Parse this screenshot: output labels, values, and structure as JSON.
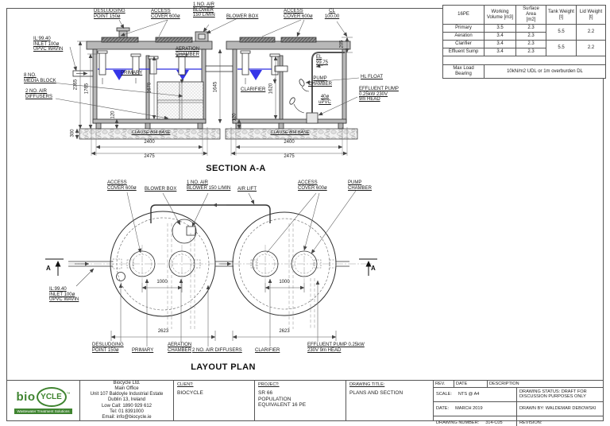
{
  "colors": {
    "accent_green": "#3f8430",
    "water_blue": "#3535e8"
  },
  "spec_table": {
    "col_headers": [
      "16PE",
      "Working\nVolume [m3]",
      "Surface Area\n[m2]",
      "Tank Weight\n[t]",
      "Lid Weight\n[t]"
    ],
    "rows": [
      {
        "name": "Primary",
        "volume": "3.5",
        "area": "2.3"
      },
      {
        "name": "Aeration",
        "volume": "3.4",
        "area": "2.3"
      },
      {
        "name": "Clarifier",
        "volume": "3.4",
        "area": "2.3"
      },
      {
        "name": "Effluent Sump",
        "volume": "3.4",
        "area": "2.3"
      }
    ],
    "tank_weight_primary_aeration": "5.5",
    "lid_weight_primary_aeration": "2.2",
    "tank_weight_clarifier_sump": "5.5",
    "lid_weight_clarifier_sump": "2.2",
    "max_load_label": "Max Load Bearing",
    "max_load_value": "10kN/m2 UDL or 1m overburden DL"
  },
  "section": {
    "title": "SECTION A-A",
    "labels": {
      "desludging_point": "DESLUDGING\nPOINT 150ø",
      "access_cover": "ACCESS\nCOVER 600ø",
      "air_blower": "1 NO. AIR\nBLOWER\n150 L/MIN",
      "blower_box": "BLOWER BOX",
      "cover_level": "CL\n100.00",
      "inlet": "IL:99.40\nINLET 100ø\nUPVC WAVIN",
      "media_block": "8 NO.\nMEDIA BLOCK",
      "air_diffusers": "2 NO. AIR\nDIFFUSERS",
      "primary": "PRIMARY",
      "aeration_chamber": "AERATION\nCHAMBER",
      "clarifier": "CLARIFIER",
      "pump_chamber": "PUMP\nCHAMBER",
      "pump_pipe": "40ø\nuPVC",
      "effluent_level": "EL\n99.75",
      "hl_float": "HL FLOAT",
      "effluent_pump": "EFFLUENT PUMP\n0.25kW 230V\n9m HEAD",
      "base": "CLAUSE 804 BASE"
    },
    "dims": {
      "overall_height": "2365",
      "inner_height": "1765",
      "leg_height": "120",
      "aeration_height": "1670",
      "wall_height": "1645",
      "base_thickness": "300",
      "clarifier_height": "1620",
      "lid_offset": "205",
      "tank_width_inner": "2400",
      "tank_width_outer": "2475"
    }
  },
  "plan": {
    "title": "LAYOUT PLAN",
    "labels": {
      "access_cover": "ACCESS\nCOVER 600ø",
      "blower_box": "BLOWER BOX",
      "air_blower": "1 NO. AIR\nBLOWER 150 L/MIN",
      "air_lift": "AIR LIFT",
      "pump_chamber": "PUMP\nCHAMBER",
      "inlet": "IL:99.40\nINLET 100ø\nUPVC WAVIN",
      "section_marker": "A",
      "desludging_point": "DESLUDGING\nPOINT 150ø",
      "primary": "PRIMARY",
      "aeration_chamber": "AERATION\nCHAMBER",
      "air_diffusers": "2 NO. AIR DIFFUSERS",
      "clarifier": "CLARIFIER",
      "effluent_pump": "EFFLUENT PUMP 0.25kW\n230V 9m HEAD"
    },
    "dims": {
      "cover_spacing": "1000",
      "tank_length": "2623"
    }
  },
  "titleblock": {
    "logo_bio": "bio",
    "logo_cycle": "YCLE",
    "logo_tm": "™",
    "logo_tagline": "Wastewater Treatment Solutions",
    "address": "Biocycle Ltd.\nMain Office\nUnit 107 Baldoyle Industrial Estate\nDublin 13, Ireland\nLow Call: 1890 929 612\nTel: 01 8391000\nEmail: info@biocycle.ie",
    "client_label": "CLIENT:",
    "client_value": "BIOCYCLE",
    "project_label": "PROJECT:",
    "project_value": "SR 66\nPOPULATION\nEQUIVALENT 16 PE",
    "drawing_title_label": "DRAWING TITLE:",
    "drawing_title_value": "PLANS AND SECTION",
    "rev_label": "REV.",
    "date_col_label": "DATE",
    "description_label": "DESCRIPTION",
    "scale_label": "SCALE:",
    "scale_value": "NTS @ A4",
    "status": "DRAWING STATUS:  DRAFT FOR\nDISCUSSION PURPOSES ONLY",
    "date_label": "DATE:",
    "date_value": "MARCH 2019",
    "drawn_by": "DRAWN BY: WALDEMAR DEBOWSKI",
    "drawing_number_label": "DRAWING NUMBER:",
    "drawing_number_value": "314-C05",
    "revision_label": "REVISION:"
  }
}
